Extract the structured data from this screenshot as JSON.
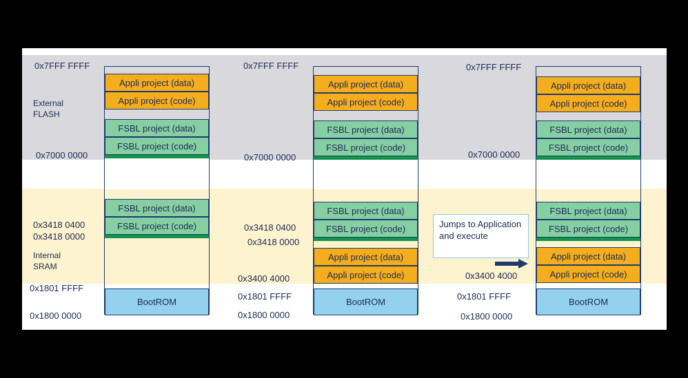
{
  "region_labels": {
    "external_flash": [
      "External",
      "FLASH"
    ],
    "internal_sram": [
      "Internal",
      "SRAM"
    ]
  },
  "columns": [
    {
      "addresses": {
        "top": "0x7FFF FFFF",
        "flash_base": "0x7000 0000",
        "fsbl_data": "0x3418 0400",
        "fsbl_code": "0x3418 0000",
        "rom_top": "0x1801 FFFF",
        "rom_base": "0x1800 0000"
      },
      "blocks": {
        "appli_data": "Appli project (data)",
        "appli_code": "Appli project (code)",
        "fsbl_flash_data": "FSBL project (data)",
        "fsbl_flash_code": "FSBL project (code)",
        "fsbl_sram_data": "FSBL project (data)",
        "fsbl_sram_code": "FSBL project (code)",
        "bootrom": "BootROM"
      }
    },
    {
      "addresses": {
        "top": "0x7FFF FFFF",
        "flash_base": "0x7000 0000",
        "fsbl_data": "0x3418 0400",
        "fsbl_code": "0x3418 0000",
        "appli_base": "0x3400 4000",
        "rom_top": "0x1801 FFFF",
        "rom_base": "0x1800 0000"
      },
      "blocks": {
        "appli_data": "Appli project (data)",
        "appli_code": "Appli project (code)",
        "fsbl_flash_data": "FSBL project (data)",
        "fsbl_flash_code": "FSBL project (code)",
        "fsbl_sram_data": "FSBL project (data)",
        "fsbl_sram_code": "FSBL project (code)",
        "appli_sram_data": "Appli project (data)",
        "appli_sram_code": "Appli project (code)",
        "bootrom": "BootROM"
      }
    },
    {
      "addresses": {
        "top": "0x7FFF FFFF",
        "flash_base": "0x7000 0000",
        "appli_base": "0x3400 4000",
        "rom_top": "0x1801 FFFF",
        "rom_base": "0x1800 0000"
      },
      "blocks": {
        "appli_data": "Appli project (data)",
        "appli_code": "Appli project (code)",
        "fsbl_flash_data": "FSBL project (data)",
        "fsbl_flash_code": "FSBL project (code)",
        "fsbl_sram_data": "FSBL project (data)",
        "fsbl_sram_code": "FSBL project (code)",
        "appli_sram_data": "Appli project (data)",
        "appli_sram_code": "Appli project (code)",
        "bootrom": "BootROM"
      }
    }
  ],
  "callout": "Jumps to Application and execute",
  "colors": {
    "appli": "#f4ad1c",
    "fsbl": "#86cfa3",
    "bootrom": "#93d1ef",
    "flash_region": "#d9d9dd",
    "sram_region": "#fdf3cf",
    "arrow": "#1f3a6e"
  }
}
